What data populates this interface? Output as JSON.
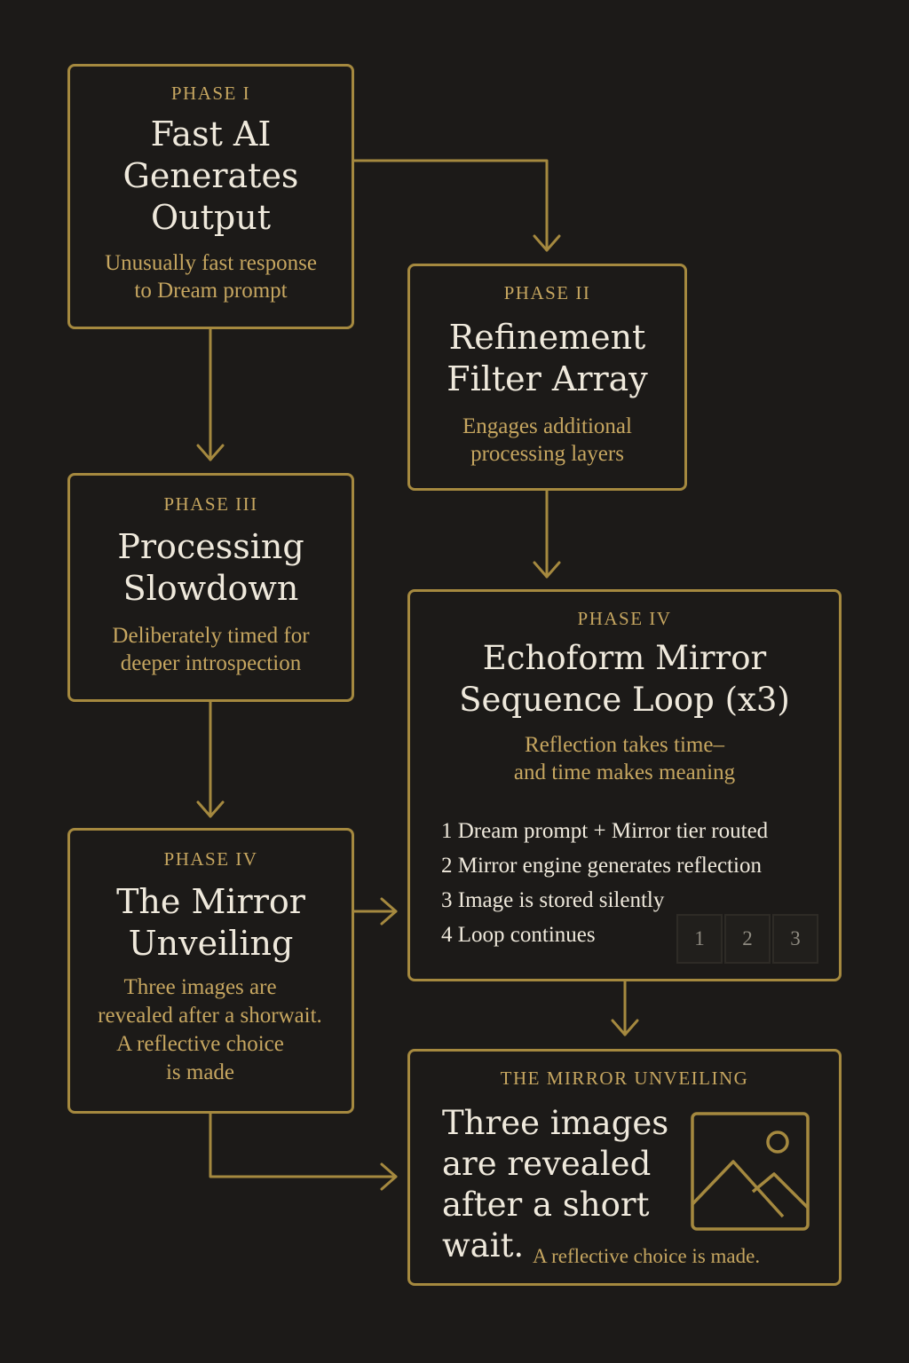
{
  "colors": {
    "background": "#1c1a18",
    "accent": "#a5893f",
    "accent_text": "#c6a660",
    "primary_text": "#efe9dc"
  },
  "nodes": {
    "phase1": {
      "phase": "PHASE I",
      "title": [
        "Fast AI",
        "Generates",
        "Output"
      ],
      "subtitle": [
        "Unusually fast response",
        "to Dream prompt"
      ]
    },
    "phase2": {
      "phase": "PHASE II",
      "title": [
        "Refinement",
        "Filter Array"
      ],
      "subtitle": [
        "Engages additional",
        "processing layers"
      ]
    },
    "phase3": {
      "phase": "PHASE III",
      "title": [
        "Processing",
        "Slowdown"
      ],
      "subtitle": [
        "Deliberately timed for",
        "deeper introspection"
      ]
    },
    "phase4_echoform": {
      "phase": "PHASE IV",
      "title": [
        "Echoform Mirror",
        "Sequence Loop (x3)"
      ],
      "subtitle": [
        "Reflection takes time–",
        "and time makes meaning"
      ],
      "steps": [
        "1 Dream prompt + Mirror tier routed",
        "2 Mirror engine generates reflection",
        "3 Image is stored silently",
        "4 Loop continues"
      ],
      "slots": [
        "1",
        "2",
        "3"
      ]
    },
    "phase4_unveiling": {
      "phase": "PHASE IV",
      "title": [
        "The Mirror",
        "Unveiling"
      ],
      "subtitle": [
        "Three images are",
        "revealed after a shorwait.",
        "A reflective choice",
        "is made"
      ]
    },
    "final": {
      "phase": "THE MIRROR UNVEILING",
      "title": [
        "Three images",
        "are revealed",
        "after a short",
        "wait."
      ],
      "tail": "A reflective choice is made.",
      "icon": "image-icon"
    }
  }
}
